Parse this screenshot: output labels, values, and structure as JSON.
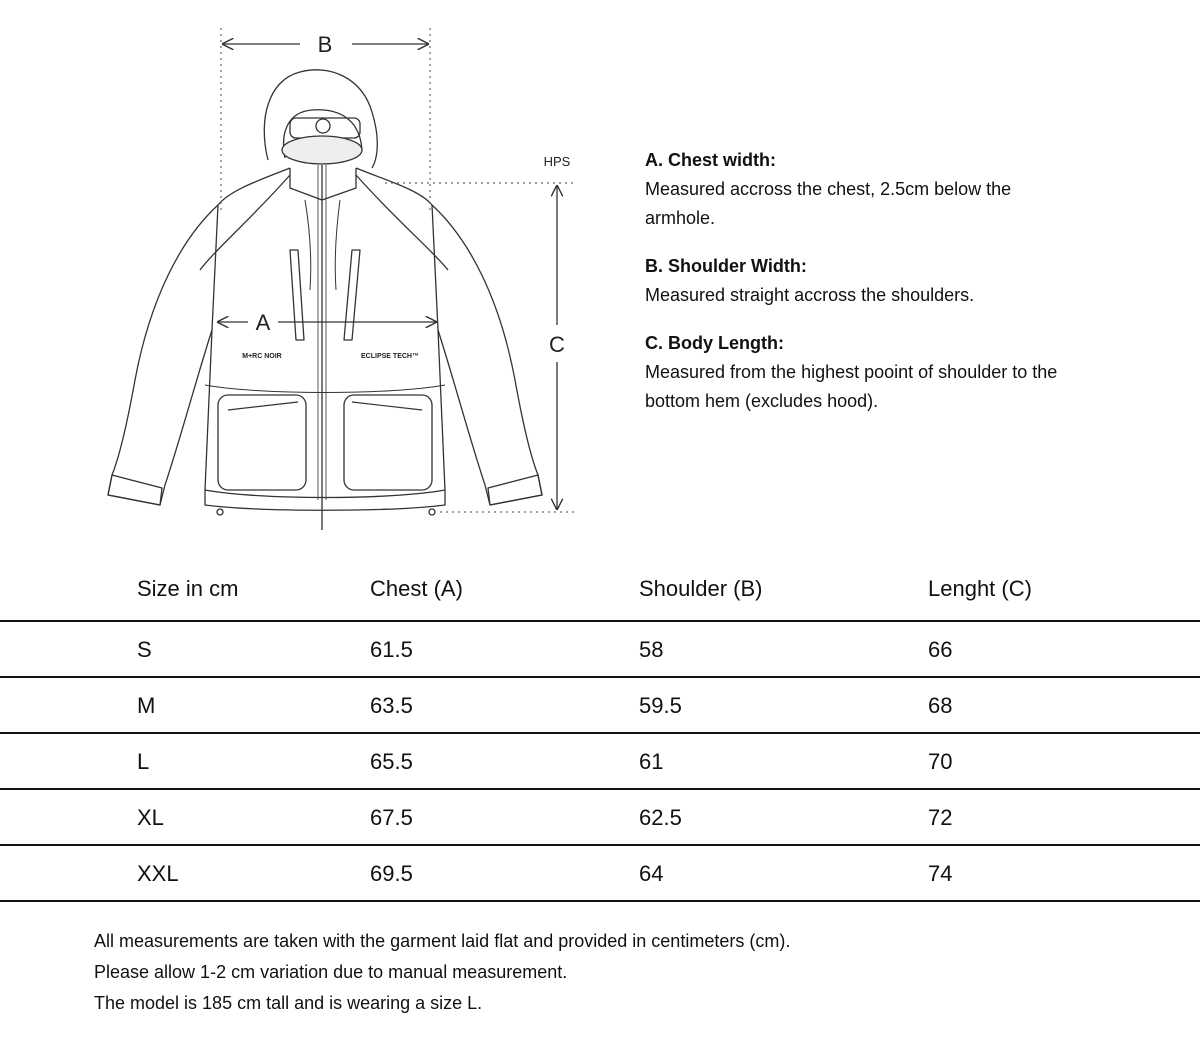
{
  "diagram": {
    "labels": {
      "a": "A",
      "b": "B",
      "c": "C",
      "hps": "HPS",
      "brand_left": "M+RC NOIR",
      "brand_right": "ECLIPSE TECH™"
    }
  },
  "descriptions": [
    {
      "term": "A. Chest width:",
      "definition": "Measured accross the chest, 2.5cm below the armhole."
    },
    {
      "term": "B. Shoulder Width:",
      "definition": "Measured straight accross the shoulders."
    },
    {
      "term": "C. Body Length:",
      "definition": "Measured from the highest pooint of shoulder to the bottom hem (excludes hood)."
    }
  ],
  "size_table": {
    "headers": [
      "Size in cm",
      "Chest (A)",
      "Shoulder (B)",
      "Lenght (C)"
    ],
    "rows": [
      [
        "S",
        "61.5",
        "58",
        "66"
      ],
      [
        "M",
        "63.5",
        "59.5",
        "68"
      ],
      [
        "L",
        "65.5",
        "61",
        "70"
      ],
      [
        "XL",
        "67.5",
        "62.5",
        "72"
      ],
      [
        "XXL",
        "69.5",
        "64",
        "74"
      ]
    ]
  },
  "notes": [
    "All measurements are taken with the garment laid flat and provided in centimeters (cm).",
    "Please allow 1-2 cm variation due to manual measurement.",
    "The model is 185 cm tall and is wearing a size L."
  ]
}
